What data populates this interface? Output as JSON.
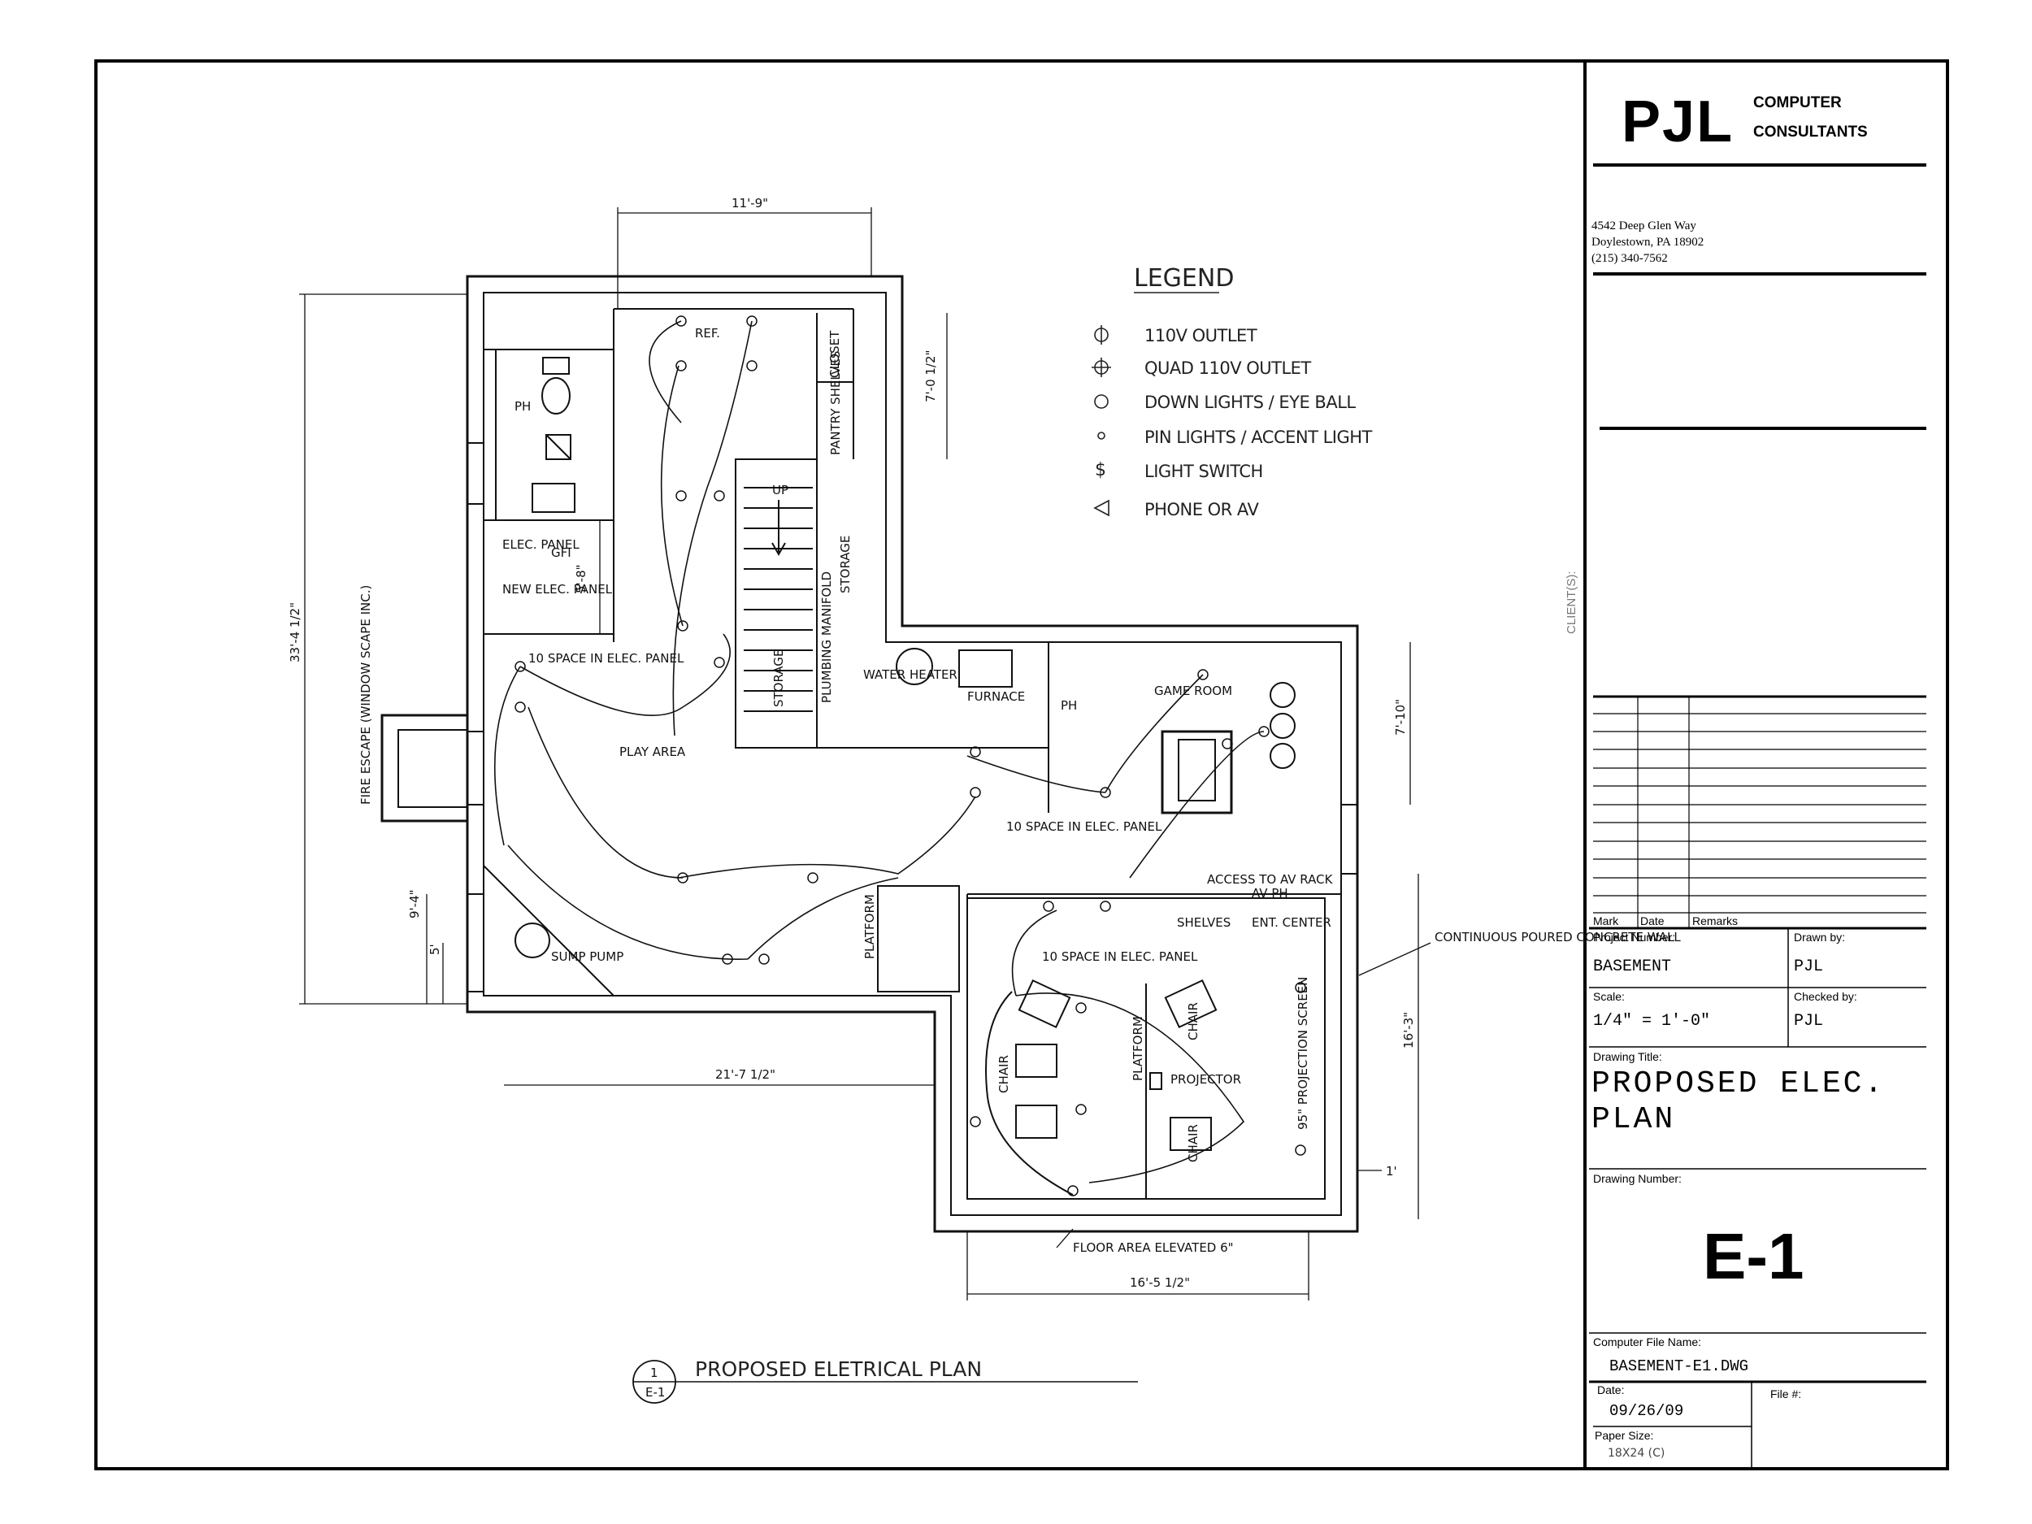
{
  "title_block": {
    "company_short": "PJL",
    "company_line1": "COMPUTER",
    "company_line2": "CONSULTANTS",
    "address_line1": "4542 Deep Glen Way",
    "address_line2": "Doylestown, PA 18902",
    "address_line3": "(215) 340-7562",
    "clients_label": "CLIENT(S):",
    "rev_header_mark": "Mark",
    "rev_header_date": "Date",
    "rev_header_remarks": "Remarks",
    "project_number_label": "Project Number:",
    "project_number": "BASEMENT",
    "drawn_by_label": "Drawn by:",
    "drawn_by": "PJL",
    "scale_label": "Scale:",
    "scale": "1/4\" = 1'-0\"",
    "checked_by_label": "Checked by:",
    "checked_by": "PJL",
    "drawing_title_label": "Drawing Title:",
    "drawing_title_line1": "PROPOSED ELEC.",
    "drawing_title_line2": "PLAN",
    "drawing_number_label": "Drawing Number:",
    "drawing_number": "E-1",
    "file_name_label": "Computer File Name:",
    "file_name": "BASEMENT-E1.DWG",
    "date_label": "Date:",
    "date": "09/26/09",
    "file_no_label": "File #:",
    "paper_size_label": "Paper Size:",
    "paper_size": "18X24 (C)"
  },
  "legend": {
    "title": "LEGEND",
    "items": [
      {
        "symbol": "outlet",
        "label": "110V OUTLET"
      },
      {
        "symbol": "quad-outlet",
        "label": "QUAD 110V OUTLET"
      },
      {
        "symbol": "down-light",
        "label": "DOWN LIGHTS / EYE BALL"
      },
      {
        "symbol": "pin-light",
        "label": "PIN LIGHTS /  ACCENT LIGHT"
      },
      {
        "symbol": "switch",
        "label": "LIGHT SWITCH"
      },
      {
        "symbol": "phone-av",
        "label": "PHONE OR AV"
      }
    ]
  },
  "plan": {
    "view_number": "1",
    "view_sheet": "E-1",
    "view_title": "PROPOSED ELETRICAL PLAN",
    "dims": {
      "top": "11'-9\"",
      "top_right": "7'-0 1/2\"",
      "left_overall": "33'-4 1/2\"",
      "left_lower1": "9'-4\"",
      "left_lower2": "5'",
      "mid_stair": "5'-8\"",
      "game_room": "7'-10\"",
      "theater_right": "16'-3\"",
      "bottom_mid": "21'-7 1/2\"",
      "bottom_right": "16'-5 1/2\"",
      "right_small": "1'"
    },
    "labels": {
      "ref": "REF.",
      "closet": "CLOSET",
      "pantry": "PANTRY SHELVES",
      "ph1": "PH",
      "up": "UP",
      "storage1": "STORAGE",
      "storage2": "STORAGE",
      "elec_panel": "ELEC. PANEL",
      "gfi": "GFI",
      "new_elec_panel": "NEW ELEC. PANEL",
      "space_panel1": "10 SPACE IN ELEC. PANEL",
      "play_area": "PLAY AREA",
      "fire_escape": "FIRE ESCAPE (WINDOW SCAPE INC.)",
      "plumbing": "PLUMBING MANIFOLD",
      "water_heater": "WATER HEATER",
      "furnace": "FURNACE",
      "game_room": "GAME ROOM",
      "ph2": "PH",
      "space_panel2": "10 SPACE IN ELEC. PANEL",
      "access": "ACCESS TO AV RACK",
      "av_ph": "AV   PH",
      "shelves": "SHELVES",
      "ent_center": "ENT. CENTER",
      "platform1": "PLATFORM",
      "sump_pump": "SUMP PUMP",
      "space_panel3": "10 SPACE IN ELEC. PANEL",
      "chair1": "CHAIR",
      "chair2": "CHAIR",
      "chair3": "CHAIR",
      "platform2": "PLATFORM",
      "projector": "PROJECTOR",
      "screen": "95\" PROJECTION SCREEN",
      "concrete_wall": "CONTINUOUS POURED CONCRETE WALL",
      "floor_elevated": "FLOOR AREA ELEVATED 6\""
    }
  }
}
